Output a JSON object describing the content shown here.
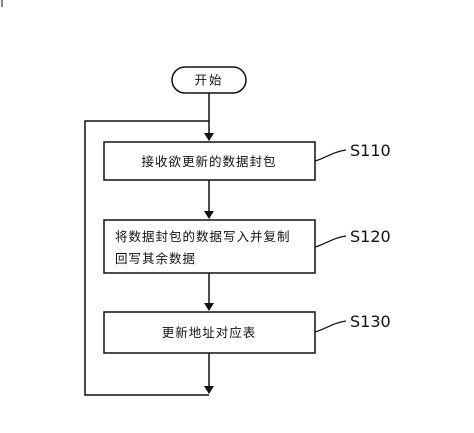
{
  "flowchart": {
    "start_label": "开始",
    "steps": [
      {
        "id": "S110",
        "lines": [
          "接收欲更新的数据封包"
        ]
      },
      {
        "id": "S120",
        "lines": [
          "将数据封包的数据写入并复制",
          "回写其余数据"
        ]
      },
      {
        "id": "S130",
        "lines": [
          "更新地址对应表"
        ]
      }
    ]
  }
}
